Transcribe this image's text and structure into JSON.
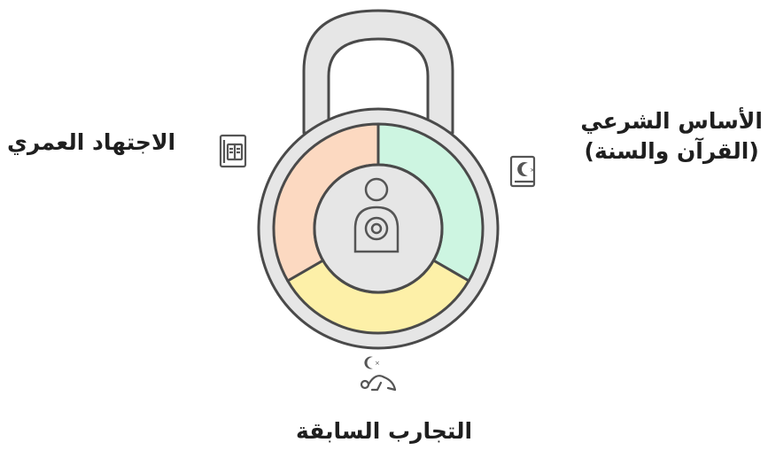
{
  "diagram": {
    "segments": [
      {
        "id": "shariah",
        "label_line1": "الأساس الشرعي",
        "label_line2": "(القرآن والسنة)",
        "color": "#cdf5e1",
        "icon": "quran-book-icon"
      },
      {
        "id": "experience",
        "label_line1": "التجارب السابقة",
        "color": "#fdf0a8",
        "icon": "praying-person-icon"
      },
      {
        "id": "ijtihad",
        "label_line1": "الاجتهاد العمري",
        "color": "#fcd9c1",
        "icon": "open-book-icon"
      }
    ],
    "center_icon": "person-target-icon",
    "lock_color": "#e6e6e6",
    "outline_color": "#4a4a4a"
  }
}
